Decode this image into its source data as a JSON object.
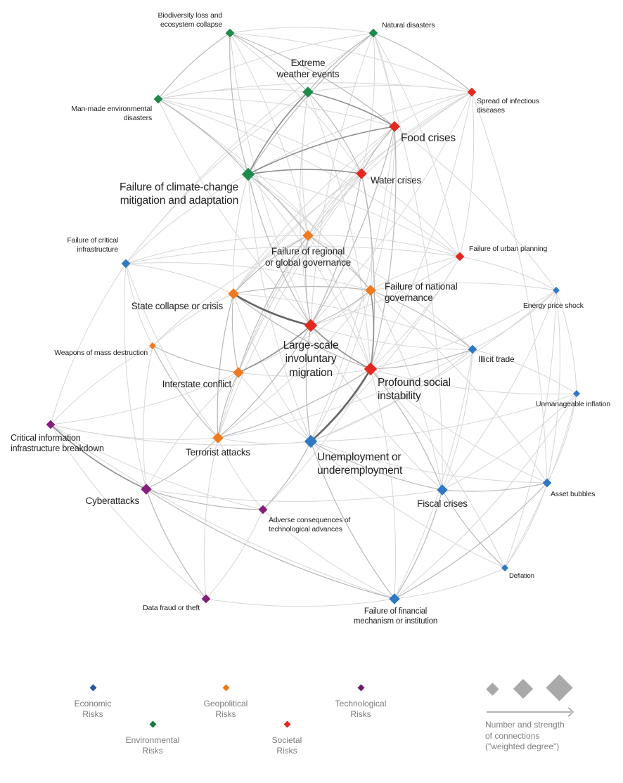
{
  "chart_title": "Risk interconnections network",
  "categories": {
    "economic": {
      "label_line1": "Economic",
      "label_line2": "Risks",
      "color": "#2f78c4"
    },
    "environmental": {
      "label_line1": "Environmental",
      "label_line2": "Risks",
      "color": "#1e8a4c"
    },
    "geopolitical": {
      "label_line1": "Geopolitical",
      "label_line2": "Risks",
      "color": "#ee7a22"
    },
    "societal": {
      "label_line1": "Societal",
      "label_line2": "Risks",
      "color": "#e3281f"
    },
    "technological": {
      "label_line1": "Technological",
      "label_line2": "Risks",
      "color": "#83207c"
    }
  },
  "nodes": [
    {
      "id": "biodiversity",
      "line1": "Biodiversity loss and",
      "line2": "ecosystem collapse",
      "category": "environmental",
      "weight": 2
    },
    {
      "id": "natural",
      "line1": "Natural disasters",
      "line2": "",
      "category": "environmental",
      "weight": 2
    },
    {
      "id": "extreme",
      "line1": "Extreme",
      "line2": "weather events",
      "category": "environmental",
      "weight": 3
    },
    {
      "id": "manmade",
      "line1": "Man-made environmental",
      "line2": "disasters",
      "category": "environmental",
      "weight": 2
    },
    {
      "id": "infectious",
      "line1": "Spread of infectious",
      "line2": "diseases",
      "category": "societal",
      "weight": 2
    },
    {
      "id": "food",
      "line1": "Food crises",
      "line2": "",
      "category": "societal",
      "weight": 3
    },
    {
      "id": "climate",
      "line1": "Failure of climate-change",
      "line2": "mitigation and adaptation",
      "category": "environmental",
      "weight": 4
    },
    {
      "id": "water",
      "line1": "Water crises",
      "line2": "",
      "category": "societal",
      "weight": 3
    },
    {
      "id": "regional",
      "line1": "Failure of regional",
      "line2": "or global governance",
      "category": "geopolitical",
      "weight": 3
    },
    {
      "id": "infrastructure",
      "line1": "Failure of critical",
      "line2": "infrastructure",
      "category": "economic",
      "weight": 2
    },
    {
      "id": "urban",
      "line1": "Failure of urban planning",
      "line2": "",
      "category": "societal",
      "weight": 2
    },
    {
      "id": "statecollapse",
      "line1": "State collapse or crisis",
      "line2": "",
      "category": "geopolitical",
      "weight": 3
    },
    {
      "id": "national",
      "line1": "Failure of national",
      "line2": "governance",
      "category": "geopolitical",
      "weight": 3
    },
    {
      "id": "energy",
      "line1": "Energy price shock",
      "line2": "",
      "category": "economic",
      "weight": 1
    },
    {
      "id": "migration",
      "line1": "Large-scale",
      "line2": "involuntary",
      "line3": "migration",
      "category": "societal",
      "weight": 4
    },
    {
      "id": "wmd",
      "line1": "Weapons of mass destruction",
      "line2": "",
      "category": "geopolitical",
      "weight": 1
    },
    {
      "id": "illicit",
      "line1": "Illicit trade",
      "line2": "",
      "category": "economic",
      "weight": 2
    },
    {
      "id": "interstate",
      "line1": "Interstate conflict",
      "line2": "",
      "category": "geopolitical",
      "weight": 3
    },
    {
      "id": "social",
      "line1": "Profound social",
      "line2": "instability",
      "category": "societal",
      "weight": 4
    },
    {
      "id": "inflation",
      "line1": "Unmanageable inflation",
      "line2": "",
      "category": "economic",
      "weight": 1
    },
    {
      "id": "cii",
      "line1": "Critical information",
      "line2": "infrastructure breakdown",
      "category": "technological",
      "weight": 2
    },
    {
      "id": "terrorist",
      "line1": "Terrorist attacks",
      "line2": "",
      "category": "geopolitical",
      "weight": 3
    },
    {
      "id": "unemployment",
      "line1": "Unemployment or",
      "line2": "underemployment",
      "category": "economic",
      "weight": 4
    },
    {
      "id": "cyber",
      "line1": "Cyberattacks",
      "line2": "",
      "category": "technological",
      "weight": 3
    },
    {
      "id": "fiscal",
      "line1": "Fiscal crises",
      "line2": "",
      "category": "economic",
      "weight": 3
    },
    {
      "id": "asset",
      "line1": "Asset bubbles",
      "line2": "",
      "category": "economic",
      "weight": 2
    },
    {
      "id": "adverse",
      "line1": "Adverse consequences of",
      "line2": "technological advances",
      "category": "technological",
      "weight": 2
    },
    {
      "id": "deflation",
      "line1": "Deflation",
      "line2": "",
      "category": "economic",
      "weight": 1
    },
    {
      "id": "datafraud",
      "line1": "Data fraud or theft",
      "line2": "",
      "category": "technological",
      "weight": 2
    },
    {
      "id": "financial",
      "line1": "Failure of financial",
      "line2": "mechanism or institution",
      "category": "economic",
      "weight": 3
    }
  ],
  "edges": [
    [
      "climate",
      "extreme",
      3
    ],
    [
      "climate",
      "water",
      3
    ],
    [
      "climate",
      "food",
      3
    ],
    [
      "climate",
      "biodiversity",
      2
    ],
    [
      "climate",
      "manmade",
      2
    ],
    [
      "climate",
      "natural",
      2
    ],
    [
      "climate",
      "regional",
      2
    ],
    [
      "climate",
      "migration",
      2
    ],
    [
      "climate",
      "statecollapse",
      1
    ],
    [
      "climate",
      "infectious",
      1
    ],
    [
      "climate",
      "social",
      1
    ],
    [
      "climate",
      "national",
      1
    ],
    [
      "climate",
      "infrastructure",
      1
    ],
    [
      "climate",
      "urban",
      1
    ],
    [
      "climate",
      "unemployment",
      1
    ],
    [
      "extreme",
      "food",
      3
    ],
    [
      "extreme",
      "water",
      2
    ],
    [
      "extreme",
      "natural",
      2
    ],
    [
      "extreme",
      "biodiversity",
      2
    ],
    [
      "extreme",
      "manmade",
      1
    ],
    [
      "extreme",
      "infectious",
      1
    ],
    [
      "extreme",
      "migration",
      1
    ],
    [
      "extreme",
      "social",
      1
    ],
    [
      "extreme",
      "regional",
      1
    ],
    [
      "extreme",
      "infrastructure",
      1
    ],
    [
      "biodiversity",
      "natural",
      1
    ],
    [
      "biodiversity",
      "manmade",
      2
    ],
    [
      "biodiversity",
      "food",
      2
    ],
    [
      "biodiversity",
      "water",
      1
    ],
    [
      "biodiversity",
      "infectious",
      1
    ],
    [
      "biodiversity",
      "migration",
      1
    ],
    [
      "biodiversity",
      "regional",
      1
    ],
    [
      "natural",
      "infectious",
      2
    ],
    [
      "natural",
      "food",
      1
    ],
    [
      "natural",
      "water",
      1
    ],
    [
      "natural",
      "manmade",
      1
    ],
    [
      "natural",
      "migration",
      1
    ],
    [
      "natural",
      "infrastructure",
      1
    ],
    [
      "natural",
      "urban",
      1
    ],
    [
      "natural",
      "fiscal",
      1
    ],
    [
      "manmade",
      "food",
      1
    ],
    [
      "manmade",
      "water",
      1
    ],
    [
      "manmade",
      "infectious",
      1
    ],
    [
      "manmade",
      "regional",
      1
    ],
    [
      "manmade",
      "national",
      1
    ],
    [
      "manmade",
      "urban",
      1
    ],
    [
      "manmade",
      "migration",
      1
    ],
    [
      "infectious",
      "food",
      1
    ],
    [
      "infectious",
      "water",
      1
    ],
    [
      "infectious",
      "urban",
      1
    ],
    [
      "infectious",
      "social",
      1
    ],
    [
      "infectious",
      "migration",
      1
    ],
    [
      "infectious",
      "regional",
      1
    ],
    [
      "infectious",
      "statecollapse",
      1
    ],
    [
      "infectious",
      "asset",
      1
    ],
    [
      "food",
      "water",
      2
    ],
    [
      "food",
      "social",
      2
    ],
    [
      "food",
      "migration",
      2
    ],
    [
      "food",
      "regional",
      1
    ],
    [
      "food",
      "national",
      1
    ],
    [
      "food",
      "statecollapse",
      1
    ],
    [
      "food",
      "interstate",
      1
    ],
    [
      "food",
      "unemployment",
      1
    ],
    [
      "food",
      "energy",
      1
    ],
    [
      "water",
      "social",
      2
    ],
    [
      "water",
      "migration",
      2
    ],
    [
      "water",
      "regional",
      1
    ],
    [
      "water",
      "national",
      1
    ],
    [
      "water",
      "interstate",
      1
    ],
    [
      "water",
      "statecollapse",
      1
    ],
    [
      "water",
      "urban",
      1
    ],
    [
      "water",
      "terrorist",
      1
    ],
    [
      "regional",
      "national",
      2
    ],
    [
      "regional",
      "statecollapse",
      2
    ],
    [
      "regional",
      "interstate",
      2
    ],
    [
      "regional",
      "migration",
      2
    ],
    [
      "regional",
      "social",
      1
    ],
    [
      "regional",
      "terrorist",
      1
    ],
    [
      "regional",
      "urban",
      1
    ],
    [
      "regional",
      "illicit",
      1
    ],
    [
      "regional",
      "infrastructure",
      1
    ],
    [
      "regional",
      "wmd",
      1
    ],
    [
      "infrastructure",
      "urban",
      1
    ],
    [
      "infrastructure",
      "cii",
      1
    ],
    [
      "infrastructure",
      "cyber",
      1
    ],
    [
      "infrastructure",
      "wmd",
      1
    ],
    [
      "infrastructure",
      "statecollapse",
      1
    ],
    [
      "infrastructure",
      "national",
      1
    ],
    [
      "infrastructure",
      "terrorist",
      1
    ],
    [
      "urban",
      "social",
      1
    ],
    [
      "urban",
      "energy",
      1
    ],
    [
      "urban",
      "migration",
      1
    ],
    [
      "urban",
      "national",
      1
    ],
    [
      "urban",
      "unemployment",
      1
    ],
    [
      "statecollapse",
      "migration",
      4
    ],
    [
      "statecollapse",
      "national",
      2
    ],
    [
      "statecollapse",
      "interstate",
      2
    ],
    [
      "statecollapse",
      "terrorist",
      2
    ],
    [
      "statecollapse",
      "social",
      2
    ],
    [
      "statecollapse",
      "wmd",
      1
    ],
    [
      "statecollapse",
      "illicit",
      1
    ],
    [
      "statecollapse",
      "unemployment",
      1
    ],
    [
      "national",
      "social",
      3
    ],
    [
      "national",
      "migration",
      2
    ],
    [
      "national",
      "illicit",
      2
    ],
    [
      "national",
      "fiscal",
      1
    ],
    [
      "national",
      "unemployment",
      1
    ],
    [
      "national",
      "terrorist",
      1
    ],
    [
      "national",
      "energy",
      1
    ],
    [
      "national",
      "interstate",
      1
    ],
    [
      "national",
      "asset",
      1
    ],
    [
      "energy",
      "inflation",
      1
    ],
    [
      "energy",
      "fiscal",
      1
    ],
    [
      "energy",
      "asset",
      1
    ],
    [
      "energy",
      "deflation",
      1
    ],
    [
      "energy",
      "illicit",
      1
    ],
    [
      "energy",
      "unemployment",
      1
    ],
    [
      "energy",
      "social",
      1
    ],
    [
      "migration",
      "social",
      3
    ],
    [
      "migration",
      "interstate",
      3
    ],
    [
      "migration",
      "unemployment",
      2
    ],
    [
      "migration",
      "terrorist",
      2
    ],
    [
      "migration",
      "illicit",
      1
    ],
    [
      "migration",
      "fiscal",
      1
    ],
    [
      "wmd",
      "interstate",
      2
    ],
    [
      "wmd",
      "terrorist",
      2
    ],
    [
      "wmd",
      "cii",
      1
    ],
    [
      "wmd",
      "cyber",
      1
    ],
    [
      "illicit",
      "social",
      2
    ],
    [
      "illicit",
      "terrorist",
      1
    ],
    [
      "illicit",
      "fiscal",
      1
    ],
    [
      "illicit",
      "inflation",
      1
    ],
    [
      "illicit",
      "financial",
      1
    ],
    [
      "illicit",
      "unemployment",
      1
    ],
    [
      "interstate",
      "terrorist",
      2
    ],
    [
      "interstate",
      "social",
      1
    ],
    [
      "interstate",
      "unemployment",
      1
    ],
    [
      "interstate",
      "cyber",
      1
    ],
    [
      "interstate",
      "cii",
      1
    ],
    [
      "social",
      "unemployment",
      4
    ],
    [
      "social",
      "fiscal",
      2
    ],
    [
      "social",
      "terrorist",
      2
    ],
    [
      "social",
      "financial",
      1
    ],
    [
      "social",
      "inflation",
      1
    ],
    [
      "social",
      "asset",
      1
    ],
    [
      "social",
      "deflation",
      1
    ],
    [
      "social",
      "adverse",
      1
    ],
    [
      "inflation",
      "fiscal",
      1
    ],
    [
      "inflation",
      "asset",
      1
    ],
    [
      "inflation",
      "financial",
      1
    ],
    [
      "inflation",
      "deflation",
      1
    ],
    [
      "inflation",
      "unemployment",
      1
    ],
    [
      "cii",
      "cyber",
      3
    ],
    [
      "cii",
      "terrorist",
      1
    ],
    [
      "cii",
      "datafraud",
      1
    ],
    [
      "cii",
      "adverse",
      1
    ],
    [
      "cii",
      "financial",
      1
    ],
    [
      "cii",
      "unemployment",
      1
    ],
    [
      "terrorist",
      "cyber",
      2
    ],
    [
      "terrorist",
      "adverse",
      1
    ],
    [
      "terrorist",
      "datafraud",
      1
    ],
    [
      "terrorist",
      "unemployment",
      1
    ],
    [
      "unemployment",
      "fiscal",
      2
    ],
    [
      "unemployment",
      "financial",
      2
    ],
    [
      "unemployment",
      "adverse",
      2
    ],
    [
      "unemployment",
      "asset",
      1
    ],
    [
      "unemployment",
      "deflation",
      1
    ],
    [
      "cyber",
      "adverse",
      2
    ],
    [
      "cyber",
      "datafraud",
      2
    ],
    [
      "cyber",
      "financial",
      2
    ],
    [
      "cyber",
      "fiscal",
      1
    ],
    [
      "fiscal",
      "financial",
      2
    ],
    [
      "fiscal",
      "asset",
      2
    ],
    [
      "fiscal",
      "deflation",
      2
    ],
    [
      "asset",
      "deflation",
      1
    ],
    [
      "asset",
      "financial",
      2
    ],
    [
      "adverse",
      "datafraud",
      1
    ],
    [
      "adverse",
      "financial",
      1
    ],
    [
      "deflation",
      "financial",
      1
    ],
    [
      "datafraud",
      "financial",
      1
    ]
  ],
  "size_legend": {
    "caption_line1": "Number and strength",
    "caption_line2": "of connections",
    "caption_line3": "(\"weighted degree\")"
  }
}
